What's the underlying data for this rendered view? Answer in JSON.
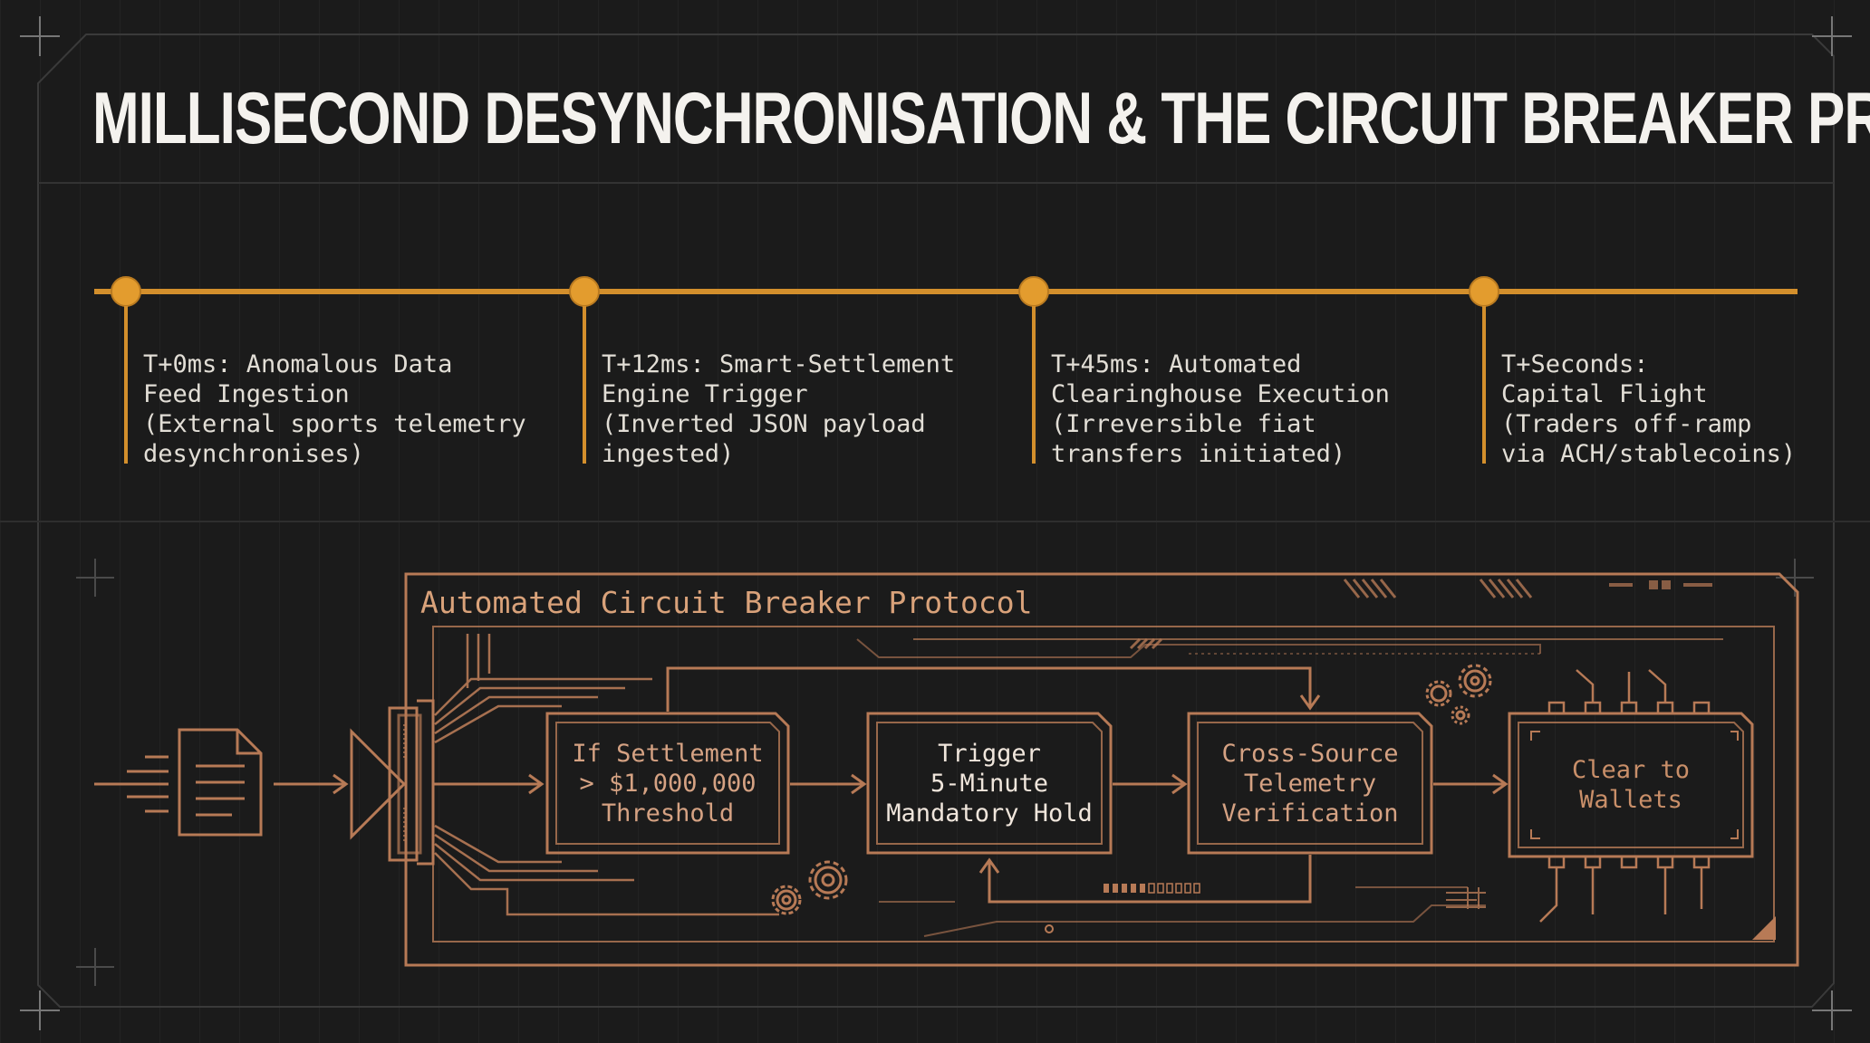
{
  "title": "MILLISECOND DESYNCHRONISATION & THE CIRCUIT BREAKER PROTOCOL",
  "colors": {
    "background": "#1b1b1b",
    "accent_gold": "#d38f2c",
    "copper": "#b77a56",
    "text_light": "#e2ded6"
  },
  "timeline": {
    "events": [
      {
        "lines": [
          "T+0ms: Anomalous Data",
          "Feed Ingestion",
          "(External sports telemetry",
          "desynchronises)"
        ]
      },
      {
        "lines": [
          "T+12ms: Smart-Settlement",
          "Engine Trigger",
          "(Inverted JSON payload",
          "ingested)"
        ]
      },
      {
        "lines": [
          "T+45ms: Automated",
          "Clearinghouse Execution",
          "(Irreversible fiat",
          "transfers initiated)"
        ]
      },
      {
        "lines": [
          "T+Seconds:",
          "Capital Flight",
          "(Traders off-ramp",
          "via ACH/stablecoins)"
        ]
      }
    ]
  },
  "protocol": {
    "title": "Automated Circuit Breaker Protocol",
    "input_icons": [
      "document-icon",
      "amplifier-icon"
    ],
    "steps": [
      {
        "lines": [
          "If Settlement",
          "> $1,000,000",
          "Threshold"
        ]
      },
      {
        "lines": [
          "Trigger",
          "5-Minute",
          "Mandatory Hold"
        ]
      },
      {
        "lines": [
          "Cross-Source",
          "Telemetry",
          "Verification"
        ]
      },
      {
        "lines": [
          "Clear to",
          "Wallets"
        ]
      }
    ],
    "decor_icons": [
      "gears-icon",
      "gears-icon"
    ]
  }
}
